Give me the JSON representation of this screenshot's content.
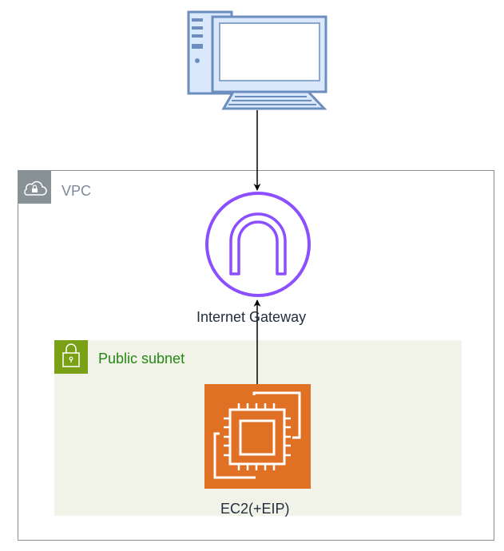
{
  "diagram": {
    "vpc": {
      "label": "VPC"
    },
    "internet_gateway": {
      "label": "Internet Gateway"
    },
    "public_subnet": {
      "label": "Public subnet"
    },
    "ec2": {
      "label": "EC2(+EIP)"
    }
  },
  "colors": {
    "vpc_border": "#879196",
    "vpc_badge": "#879196",
    "subnet_fill": "#f2f3e8",
    "subnet_badge": "#7aa116",
    "subnet_text": "#248814",
    "igw_purple": "#8c4fff",
    "ec2_orange": "#e07124",
    "computer_fill": "#dae8fc",
    "computer_stroke": "#6c8ebf",
    "arrow": "#000000"
  },
  "icons": {
    "computer": "desktop-computer-icon",
    "vpc": "cloud-lock-icon",
    "subnet": "padlock-icon",
    "igw": "internet-gateway-icon",
    "ec2": "ec2-chip-icon"
  }
}
